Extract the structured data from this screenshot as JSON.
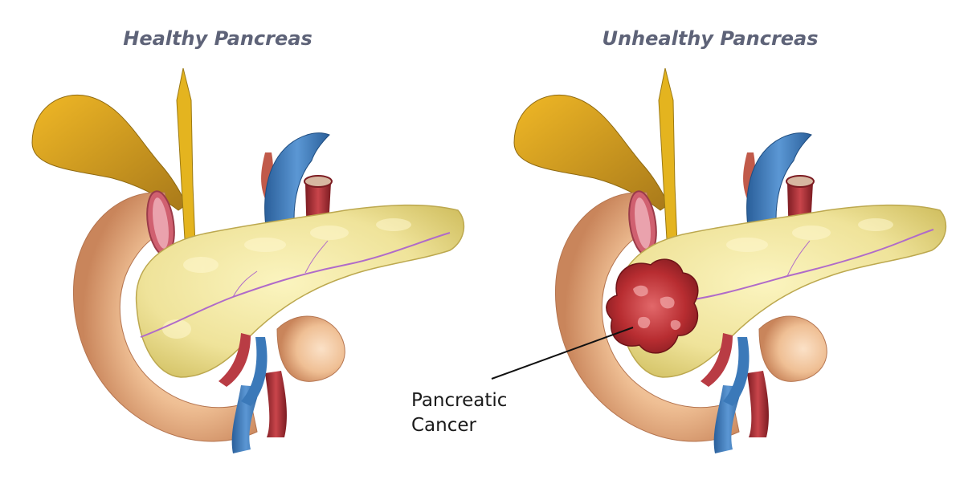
{
  "panels": {
    "healthy": {
      "title": "Healthy Pancreas"
    },
    "unhealthy": {
      "title": "Unhealthy Pancreas"
    }
  },
  "callout": {
    "line1": "Pancreatic",
    "line2": "Cancer"
  },
  "colors": {
    "title": "#5e6378",
    "pancreas": "#ede39a",
    "duodenum": "#eab78c",
    "gallbladder": "#e2a819",
    "vein": "#3b79b9",
    "artery": "#a72d34",
    "nerve": "#b06bc9",
    "tumor": "#b22a2f"
  }
}
